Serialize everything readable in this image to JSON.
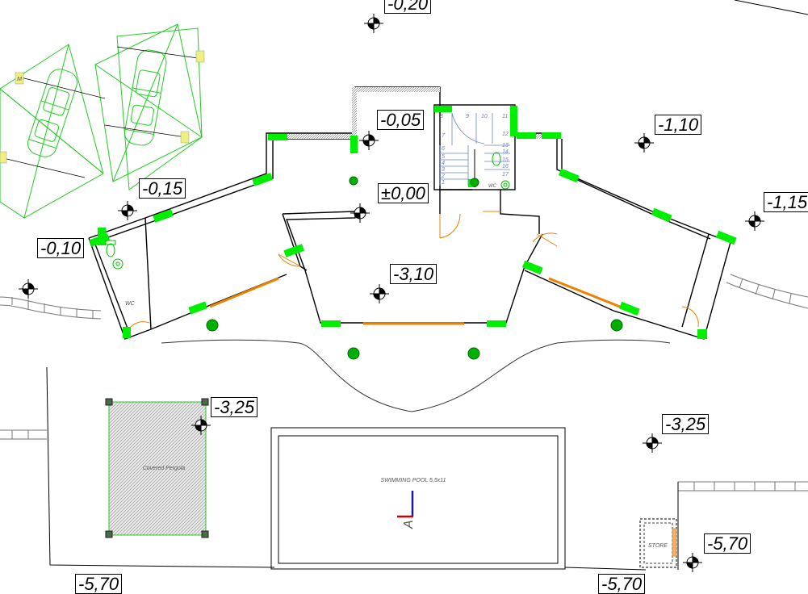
{
  "levels": {
    "l1": "-0,20",
    "l2": "-0,05",
    "l3": "-1,10",
    "l4": "-0,15",
    "l5": "±0,00",
    "l6": "-1,15",
    "l7": "-0,10",
    "l8": "-3,10",
    "l9": "-3,25",
    "l10": "-3,25",
    "l11": "-5,70",
    "l12": "-5,70",
    "l13": "-5,70"
  },
  "labels": {
    "wc_left": "WC",
    "wc_right": "WC",
    "pergola": "Covered Pergola",
    "pool": "SWIMMING POOL 5,5x11",
    "store": "STORE",
    "section": "A",
    "car_marker": "M"
  },
  "stairs": [
    "1",
    "2",
    "3",
    "4",
    "5",
    "6",
    "7",
    "8",
    "9",
    "10",
    "11",
    "12",
    "13",
    "14",
    "15",
    "16",
    "17"
  ],
  "colors": {
    "wall": "#000000",
    "window": "#00ee00",
    "door": "#f08000",
    "parking": "#22cc22",
    "stair": "#6a7fd0",
    "tree": "#00b000"
  }
}
